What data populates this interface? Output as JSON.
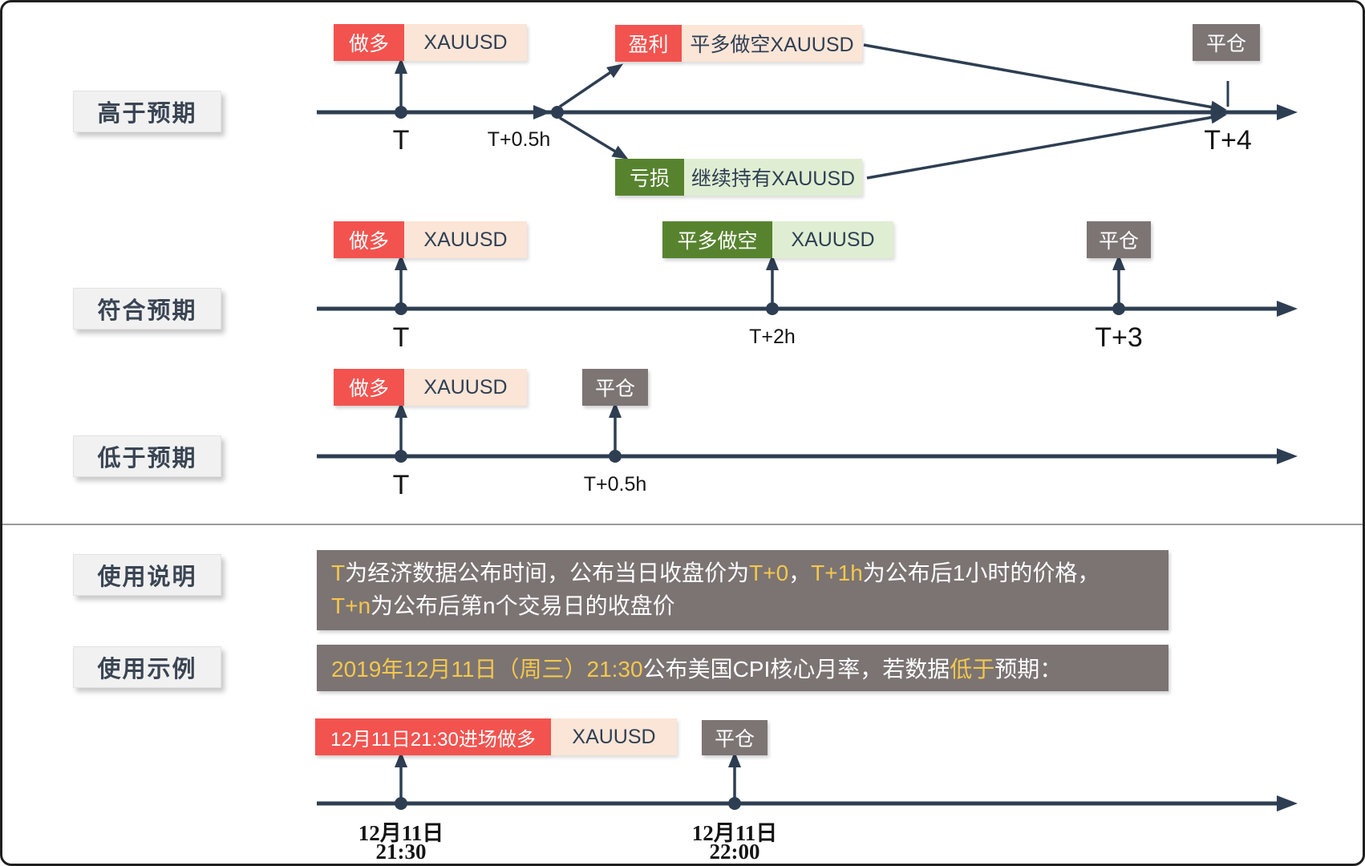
{
  "colors": {
    "red": "#f2534f",
    "peach": "#fbe5d6",
    "dark_green": "#57832f",
    "light_green": "#dfeed2",
    "gray_box": "#7b7473",
    "timeline_navy": "#2e3e52",
    "highlight_yellow": "#f5c74c",
    "label_bg": "#f1f1f1"
  },
  "sections": {
    "above": {
      "label": "高于预期",
      "entry_tag": "做多",
      "entry_asset": "XAUUSD",
      "t_label": "T",
      "branch_time": "T+0.5h",
      "profit_tag": "盈利",
      "profit_action": "平多做空XAUUSD",
      "loss_tag": "亏损",
      "loss_action": "继续持有XAUUSD",
      "close_label": "平仓",
      "end_label": "T+4"
    },
    "meet": {
      "label": "符合预期",
      "entry_tag": "做多",
      "entry_asset": "XAUUSD",
      "t_label": "T",
      "mid_tag": "平多做空",
      "mid_asset": "XAUUSD",
      "mid_time": "T+2h",
      "close_label": "平仓",
      "end_label": "T+3"
    },
    "below": {
      "label": "低于预期",
      "entry_tag": "做多",
      "entry_asset": "XAUUSD",
      "t_label": "T",
      "close_label": "平仓",
      "close_time": "T+0.5h"
    }
  },
  "notes": {
    "label": "使用说明",
    "line1": [
      "T",
      "为经济数据公布时间，公布当日收盘价为",
      "T+0",
      "，",
      "T+1h",
      "为公布后1小时的价格，"
    ],
    "line2": [
      "T+n",
      "为公布后第n个交易日的收盘价"
    ]
  },
  "example": {
    "label": "使用示例",
    "parts": [
      "2019年12月11日（周三）21:30",
      "公布美国CPI核心月率，若数据",
      "低于",
      "预期："
    ],
    "timeline": {
      "entry_tag": "12月11日21:30进场做多",
      "entry_asset": "XAUUSD",
      "close_label": "平仓",
      "t1_line1": "12月11日",
      "t1_line2": "21:30",
      "t2_line1": "12月11日",
      "t2_line2": "22:00"
    }
  }
}
